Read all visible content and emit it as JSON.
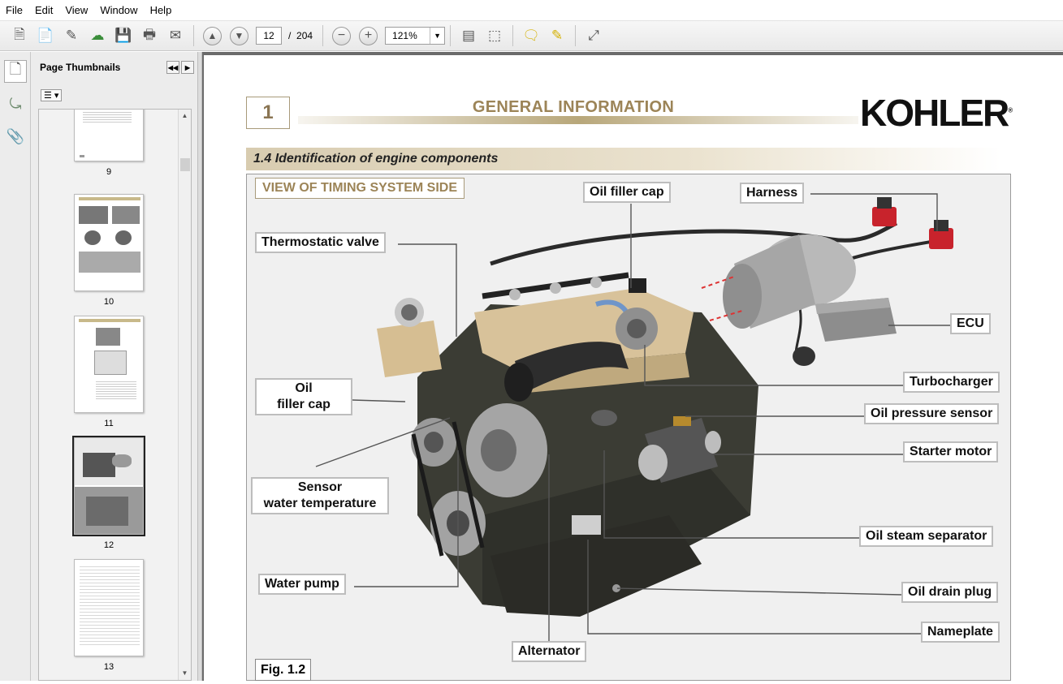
{
  "menu": [
    "File",
    "Edit",
    "View",
    "Window",
    "Help"
  ],
  "toolbar": {
    "page_current": "12",
    "page_separator": "/",
    "page_total": "204",
    "zoom": "121%"
  },
  "panel": {
    "title": "Page Thumbnails",
    "thumbnails": [
      {
        "num": "9"
      },
      {
        "num": "10"
      },
      {
        "num": "11"
      },
      {
        "num": "12"
      },
      {
        "num": "13"
      }
    ]
  },
  "doc": {
    "section_number": "1",
    "section_title": "GENERAL INFORMATION",
    "brand": "KOHLER",
    "brand_mark": "®",
    "subheading": "1.4 Identification of engine components",
    "view_title": "VIEW OF TIMING SYSTEM SIDE",
    "figure_label": "Fig. 1.2",
    "labels": {
      "oil_filler_cap_top": "Oil filler cap",
      "harness": "Harness",
      "thermostatic_valve": "Thermostatic valve",
      "ecu": "ECU",
      "turbocharger": "Turbocharger",
      "oil_filler_cap_left_1": "Oil",
      "oil_filler_cap_left_2": "filler cap",
      "oil_pressure_sensor": "Oil pressure sensor",
      "starter_motor": "Starter motor",
      "sensor_1": "Sensor",
      "sensor_2": "water temperature",
      "oil_steam_separator": "Oil steam separator",
      "water_pump": "Water pump",
      "oil_drain_plug": "Oil drain plug",
      "nameplate": "Nameplate",
      "alternator": "Alternator"
    }
  },
  "colors": {
    "accent_gold": "#9c8457",
    "figure_bg": "#f0f0f0",
    "engine_dark": "#3a3a33",
    "engine_tan": "#d8c29a"
  }
}
